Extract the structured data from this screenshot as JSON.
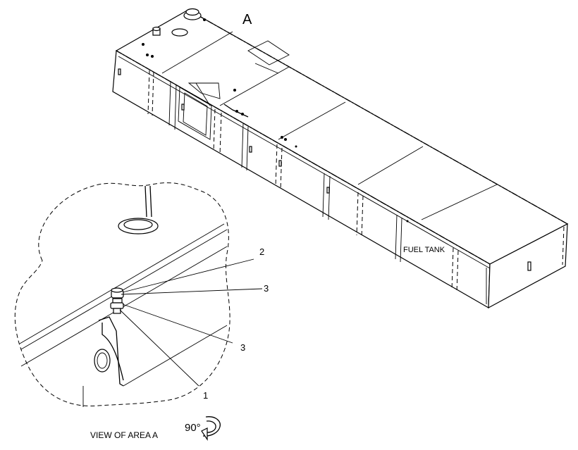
{
  "labels": {
    "area_marker": "A",
    "component_name": "FUEL TANK",
    "view_caption": "VIEW OF AREA  A",
    "rotation": "90°"
  },
  "callouts": [
    {
      "id": "callout-2",
      "text": "2"
    },
    {
      "id": "callout-3-upper",
      "text": "3"
    },
    {
      "id": "callout-3-lower",
      "text": "3"
    },
    {
      "id": "callout-1",
      "text": "1"
    }
  ],
  "colors": {
    "line": "#000000",
    "background": "#ffffff"
  },
  "icons": [
    "rotation-arrow-icon"
  ]
}
